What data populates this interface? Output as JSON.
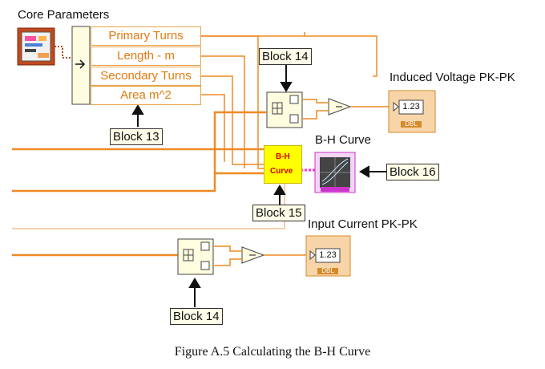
{
  "caption": "Figure A.5 Calculating the B-H Curve",
  "core_parameters": {
    "title": "Core Parameters",
    "items": [
      "Primary Turns",
      "Length - m",
      "Secondary Turns",
      "Area m^2"
    ]
  },
  "blocks": {
    "block13": "Block 13",
    "block14_top": "Block 14",
    "block14_bottom": "Block 14",
    "block15": "Block 15",
    "block16": "Block 16"
  },
  "indicators": {
    "induced_voltage": {
      "label": "Induced Voltage PK-PK",
      "value": "1.23",
      "type": "DBL"
    },
    "input_current": {
      "label": "Input Current PK-PK",
      "value": "1.23",
      "type": "DBL"
    }
  },
  "bh_curve": {
    "label": "B-H Curve",
    "subvi_line1": "B-H",
    "subvi_line2": "Curve"
  },
  "colors": {
    "wire_orange": "#f08a24",
    "wire_thin": "#f0a050",
    "subvi_yellow": "#ffff00",
    "graph_pink": "#ff33cc",
    "indicator_fill": "#f7d5a8"
  }
}
